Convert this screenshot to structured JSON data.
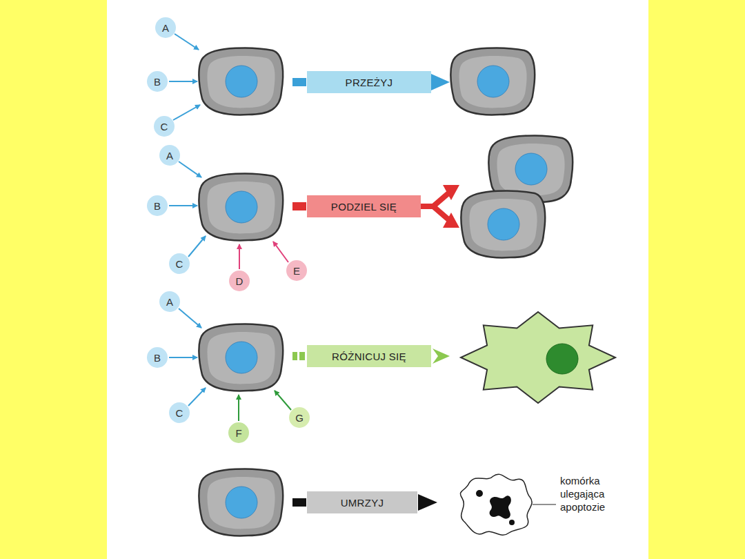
{
  "diagram": {
    "nodes": [
      {
        "text": [
          "A"
        ]
      },
      {
        "text": [
          "B"
        ]
      },
      {
        "text": [
          "C"
        ]
      },
      {
        "text": [
          "PRZEŻYJ"
        ]
      },
      {
        "text": [
          "A"
        ]
      },
      {
        "text": [
          "B"
        ]
      },
      {
        "text": [
          "C"
        ]
      },
      {
        "text": [
          "PODZIEL SIĘ"
        ]
      },
      {
        "text": [
          "D"
        ]
      },
      {
        "text": [
          "E"
        ]
      },
      {
        "text": [
          "A"
        ]
      },
      {
        "text": [
          "B"
        ]
      },
      {
        "text": [
          "C"
        ]
      },
      {
        "text": [
          "RÓŻNICUJ SIĘ"
        ]
      },
      {
        "text": [
          "F"
        ]
      },
      {
        "text": [
          "G"
        ]
      },
      {
        "text": [
          "UMRZYJ"
        ]
      }
    ],
    "labels": [
      "komórka ulegająca apoptozie"
    ]
  }
}
